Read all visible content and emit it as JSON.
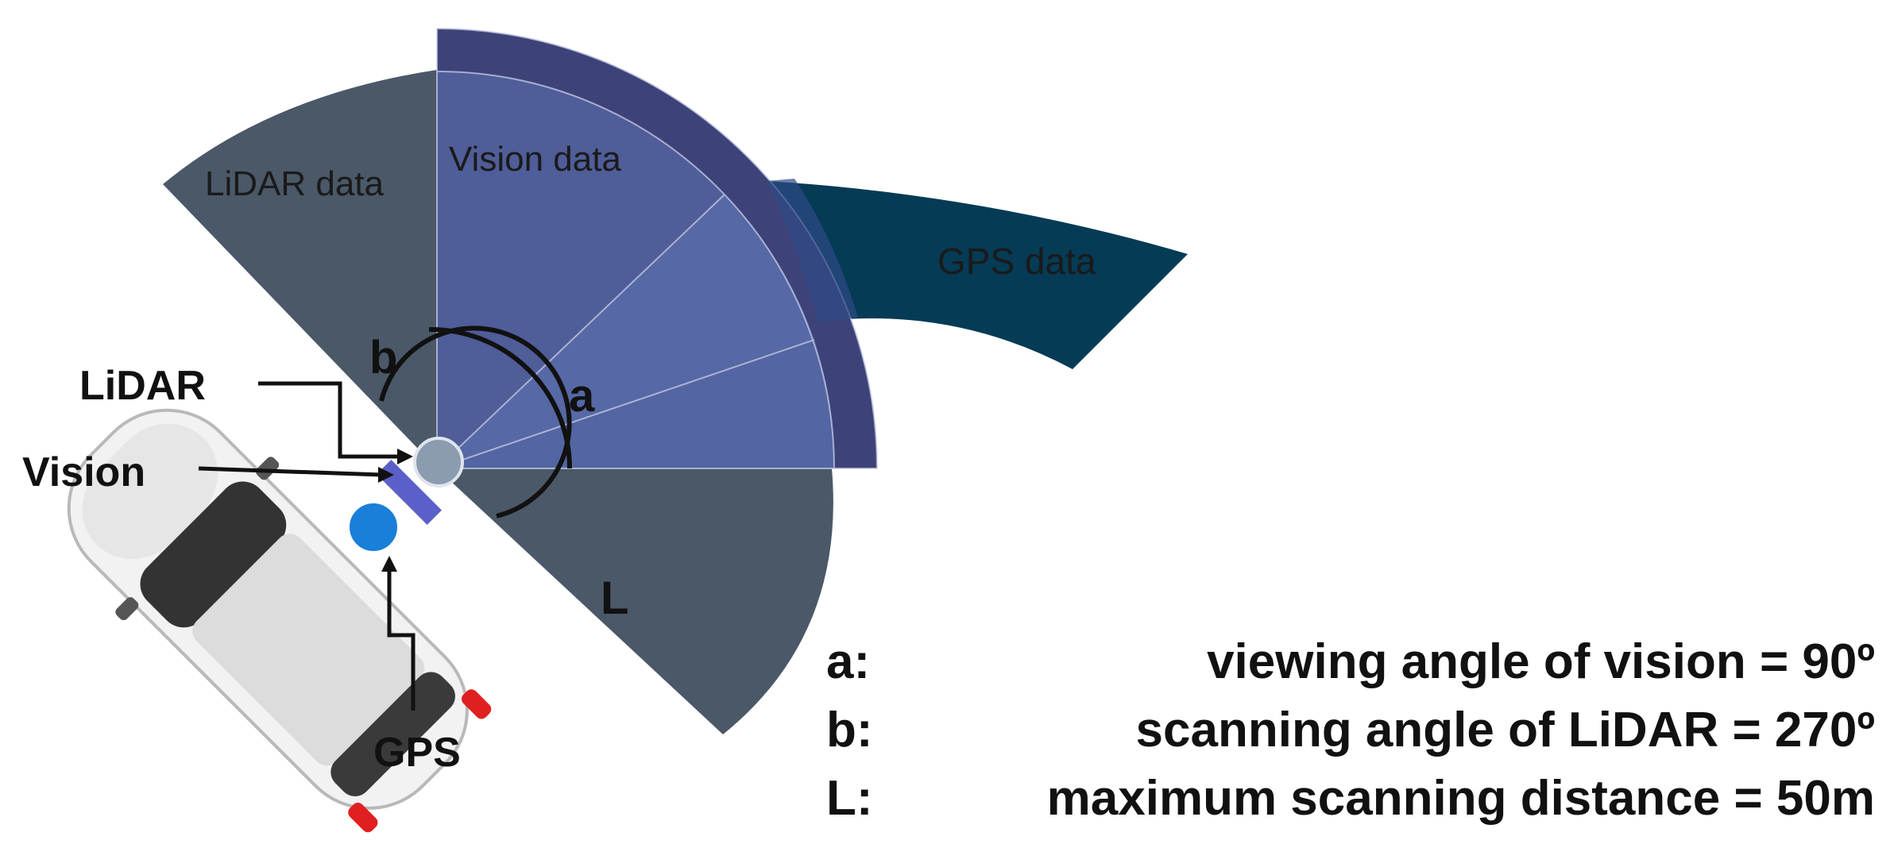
{
  "zones": {
    "lidar": "LiDAR data",
    "vision": "Vision data",
    "gps": "GPS data"
  },
  "sensors": {
    "lidar": "LiDAR",
    "vision": "Vision",
    "gps": "GPS"
  },
  "markers": {
    "a": "a",
    "b": "b",
    "l": "L"
  },
  "legend": [
    {
      "key": "a:",
      "text": "viewing angle of vision = 90º"
    },
    {
      "key": "b:",
      "text": "scanning angle of LiDAR = 270º"
    },
    {
      "key": "L:",
      "text": "maximum scanning distance = 50m"
    }
  ],
  "colors": {
    "lidar_zone": "#4a5868",
    "vision_zone": "#4f5d98",
    "vision_outer_band": "#3d4378",
    "gps_zone": "#053b55",
    "gps_sensor": "#1a7fd8",
    "lidar_sensor": "#8c9cb0",
    "vision_sensor": "#5b5fc8"
  }
}
